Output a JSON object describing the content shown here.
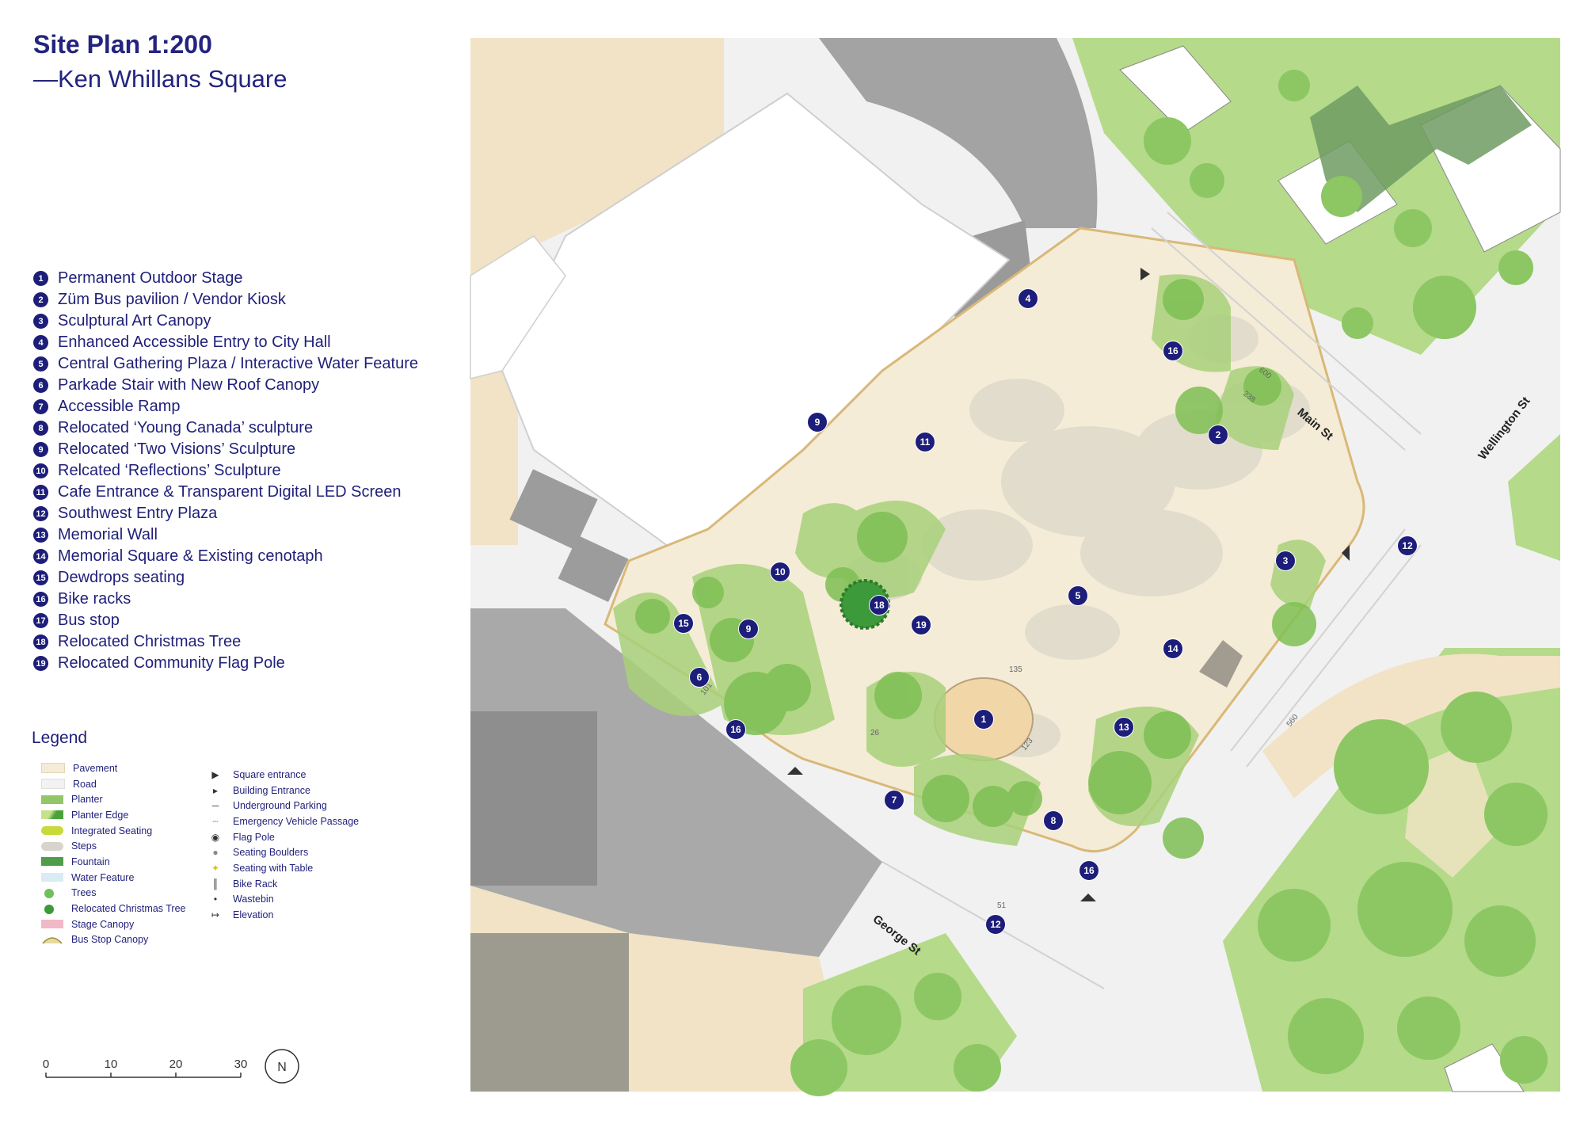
{
  "title": "Site Plan 1:200",
  "subtitle": "—Ken Whillans Square",
  "items": [
    {
      "n": "1",
      "label": "Permanent Outdoor Stage"
    },
    {
      "n": "2",
      "label": "Züm Bus pavilion / Vendor Kiosk"
    },
    {
      "n": "3",
      "label": "Sculptural Art Canopy"
    },
    {
      "n": "4",
      "label": "Enhanced Accessible Entry to City Hall"
    },
    {
      "n": "5",
      "label": "Central Gathering Plaza / Interactive Water Feature"
    },
    {
      "n": "6",
      "label": "Parkade Stair with New Roof Canopy"
    },
    {
      "n": "7",
      "label": "Accessible Ramp"
    },
    {
      "n": "8",
      "label": "Relocated ‘Young Canada’ sculpture"
    },
    {
      "n": "9",
      "label": "Relocated ‘Two Visions’ Sculpture"
    },
    {
      "n": "10",
      "label": "Relcated ‘Reflections’ Sculpture"
    },
    {
      "n": "11",
      "label": "Cafe Entrance & Transparent Digital LED Screen"
    },
    {
      "n": "12",
      "label": "Southwest Entry Plaza"
    },
    {
      "n": "13",
      "label": "Memorial Wall"
    },
    {
      "n": "14",
      "label": "Memorial Square & Existing cenotaph"
    },
    {
      "n": "15",
      "label": "Dewdrops seating"
    },
    {
      "n": "16",
      "label": "Bike racks"
    },
    {
      "n": "17",
      "label": "Bus stop"
    },
    {
      "n": "18",
      "label": "Relocated Christmas Tree"
    },
    {
      "n": "19",
      "label": "Relocated Community Flag Pole"
    }
  ],
  "legend": {
    "title": "Legend",
    "surfaces": [
      {
        "label": "Pavement",
        "color": "#f4ecd6"
      },
      {
        "label": "Road",
        "color": "#f2f2f2"
      },
      {
        "label": "Planter",
        "color": "#93c56a"
      },
      {
        "label": "Planter Edge",
        "color": "#7fbf3f"
      },
      {
        "label": "Integrated Seating",
        "color": "#c9d93a"
      },
      {
        "label": "Steps",
        "color": "#d8d4cc"
      },
      {
        "label": "Fountain",
        "color": "#4f9d4a"
      },
      {
        "label": "Water Feature",
        "color": "#d9ecf3"
      },
      {
        "label": "Trees",
        "color": "#6fbf5a"
      },
      {
        "label": "Relocated Christmas Tree",
        "color": "#3d9a3a"
      },
      {
        "label": "Stage Canopy",
        "color": "#f1b9c8"
      },
      {
        "label": "Bus Stop Canopy",
        "color": "#e8d9a0"
      }
    ],
    "symbols": [
      {
        "label": "Square entrance",
        "icon": "▶"
      },
      {
        "label": "Building Entrance",
        "icon": "▸"
      },
      {
        "label": "Underground Parking",
        "icon": "─"
      },
      {
        "label": "Emergency Vehicle Passage",
        "icon": "┄"
      },
      {
        "label": "Flag Pole",
        "icon": "◉"
      },
      {
        "label": "Seating Boulders",
        "icon": "●"
      },
      {
        "label": "Seating with Table",
        "icon": "✦"
      },
      {
        "label": "Bike Rack",
        "icon": "║"
      },
      {
        "label": "Wastebin",
        "icon": "•"
      },
      {
        "label": "Elevation",
        "icon": "↦"
      }
    ]
  },
  "scale": {
    "ticks": [
      "0",
      "10",
      "20",
      "30"
    ],
    "north": "N"
  },
  "streets": [
    "Main St",
    "Wellington St",
    "George St"
  ],
  "dims": [
    "600",
    "238",
    "560",
    "135",
    "123",
    "26",
    "101",
    "51"
  ],
  "colors": {
    "ink": "#1d1d7a",
    "pavement": "#f4ecd6",
    "building_tan": "#f2e3c6",
    "road": "#f1f1f1",
    "parking": "#a9a9a9",
    "lawn": "#b5da8a",
    "tree": "#8cc763",
    "plaza": "#ede0c4"
  }
}
